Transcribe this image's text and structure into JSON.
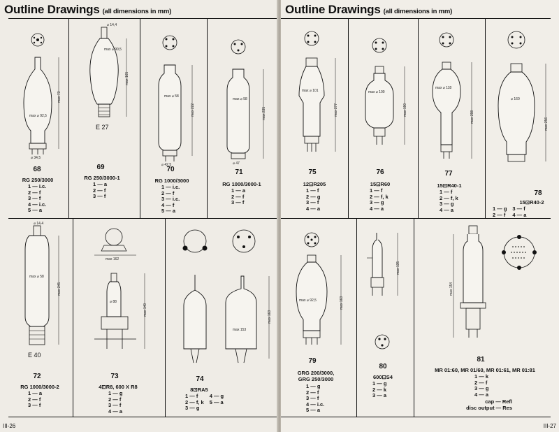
{
  "left_page": {
    "title": "Outline Drawings",
    "subtitle": "(all dimensions in mm)",
    "folio": "III-26",
    "drawings": [
      {
        "number": "68",
        "type": "RG 250/3000",
        "pins": [
          "1 — i.c.",
          "2 — f",
          "3 — f",
          "4 — i.c.",
          "5 — a"
        ]
      },
      {
        "number": "69",
        "type": "RG 250/3000-1",
        "base": "E 27",
        "pins": [
          "1 — a",
          "2 — f",
          "3 — f"
        ]
      },
      {
        "number": "70",
        "type": "RG 1000/3000",
        "pins": [
          "1 — i.c.",
          "2 — f",
          "3 — i.c.",
          "4 — f",
          "5 — a"
        ]
      },
      {
        "number": "71",
        "type": "RG 1000/3000-1",
        "pins": [
          "1 — a",
          "2 — f",
          "3 — f"
        ]
      },
      {
        "number": "72",
        "type": "RG 1000/3000-2",
        "base": "E 40",
        "pins": [
          "1 — a",
          "2 — f",
          "3 — f"
        ]
      },
      {
        "number": "73",
        "type": "4⊡R8, 600 X R8",
        "pins": [
          "1 — g",
          "2 — f",
          "3 — f",
          "4 — a"
        ]
      },
      {
        "number": "74",
        "type": "8⊡RA5",
        "pins_col1": [
          "1 — f",
          "2 — f, k",
          "3 — g"
        ],
        "pins_col2": [
          "4 — g",
          "5 — a"
        ]
      }
    ]
  },
  "right_page": {
    "title": "Outline Drawings",
    "subtitle": "(all dimensions in mm)",
    "folio": "III-27",
    "drawings": [
      {
        "number": "75",
        "type": "12⊡R205",
        "pins": [
          "1 — f",
          "2 — g",
          "3 — f",
          "4 — a"
        ]
      },
      {
        "number": "76",
        "type": "15⊡R60",
        "pins": [
          "1 — f",
          "2 — f, k",
          "3 — g",
          "4 — a"
        ]
      },
      {
        "number": "77",
        "type": "15⊡R40-1",
        "pins": [
          "1 — f",
          "2 — f, k",
          "3 — g",
          "4 — a"
        ]
      },
      {
        "number": "78",
        "type": "15⊡R40-2",
        "pins_col1": [
          "1 — g",
          "2 — f"
        ],
        "pins_col2": [
          "3 — f",
          "4 — a"
        ]
      },
      {
        "number": "79",
        "type": "GRG 200/3000,",
        "type2": "GRG 250/3000",
        "pins": [
          "1 — g",
          "2 — f",
          "3 — f",
          "4 — i.c.",
          "5 — a"
        ]
      },
      {
        "number": "80",
        "type": "600⊡S4",
        "pins": [
          "1 — g",
          "2 — k",
          "3 — a"
        ]
      },
      {
        "number": "81",
        "type": "MR 01:60, MR 01/60, MR 01:61, MR 01:81",
        "pins": [
          "1 — k",
          "2 — f",
          "3 — g",
          "4 — a"
        ],
        "cap_labels": [
          "cap — Refl",
          "disc output — Res"
        ]
      }
    ]
  },
  "dimension_labels": {
    "d68": "max 73",
    "d68b": "max ⌀ 92,5",
    "d68c": "⌀ 34,5",
    "d69": "max 165",
    "d69b": "max ⌀ 90,5",
    "d69c": "⌀ 14,4",
    "d70": "max 222",
    "d70b": "max ⌀ 58",
    "d70c": "⌀ 42,5",
    "d71": "max 235",
    "d71b": "max ⌀ 58",
    "d71c": "⌀ 47",
    "d72": "max 245",
    "d72b": "max ⌀ 58",
    "d72c": "⌀ 14,4",
    "d73": "max 140",
    "d73b": "⌀ 88",
    "d73c": "max 162",
    "d74": "max 163",
    "d74b": "max 153",
    "d75": "max 277",
    "d75b": "max ⌀ 101",
    "d76": "max 190",
    "d76b": "max ⌀ 100",
    "d77": "max 298",
    "d77b": "max ⌀ 118",
    "d78": "max 256",
    "d78b": "⌀ 160",
    "d79": "max 163",
    "d79b": "max ⌀ 92,5",
    "d80": "max 135",
    "d81": "max 154"
  }
}
